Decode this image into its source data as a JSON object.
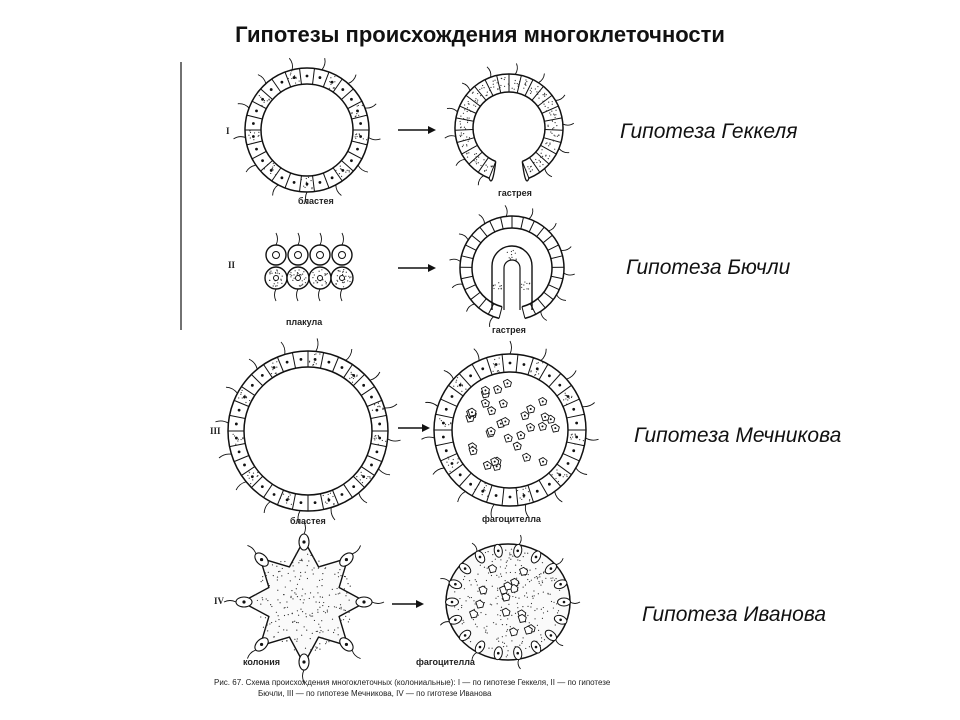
{
  "title": "Гипотезы происхождения многоклеточности",
  "rows": [
    {
      "numeral": "I",
      "left_label": "бластея",
      "right_label": "гастрея",
      "hypothesis": "Гипотеза Геккеля"
    },
    {
      "numeral": "II",
      "left_label": "плакула",
      "right_label": "гастрея",
      "hypothesis": "Гипотеза Бючли"
    },
    {
      "numeral": "III",
      "left_label": "бластея",
      "right_label": "фагоцителла",
      "hypothesis": "Гипотеза Мечникова"
    },
    {
      "numeral": "IV",
      "left_label": "колония",
      "right_label": "фагоцителла",
      "hypothesis": "Гипотеза Иванова"
    }
  ],
  "figure_caption": {
    "line1": "Рис. 67. Схема происхождения многоклеточных (колониальные): I — по гипотезе Геккеля, II — по гипотезе",
    "line2": "Бючли, III — по гипотезе Мечникова, IV — по гиготезе Иванова"
  }
}
